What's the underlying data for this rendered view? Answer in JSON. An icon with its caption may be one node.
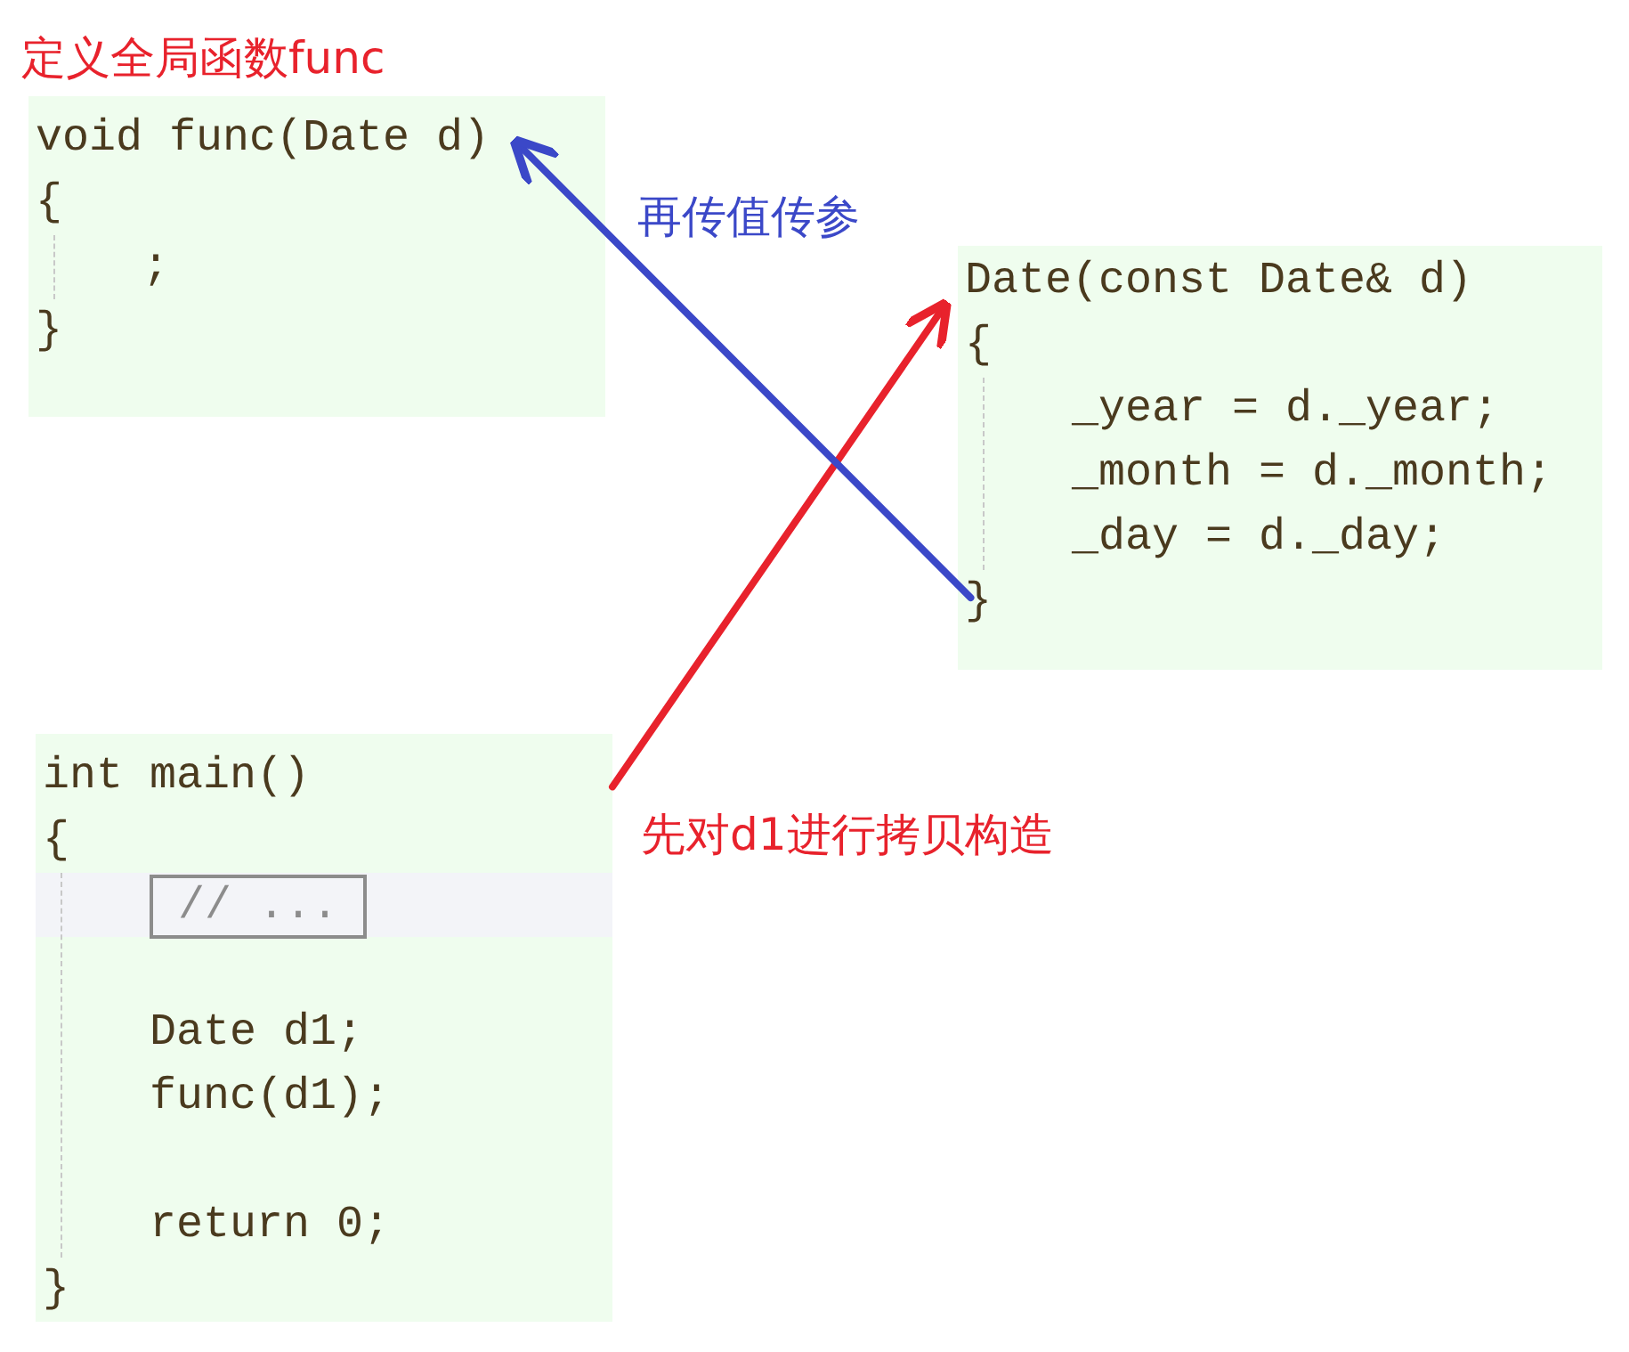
{
  "diagram": {
    "nodes": [
      {
        "text": [
          "定义全局函数func",
          "void func(Date d)",
          "{",
          ";",
          "}"
        ]
      },
      {
        "text": [
          "Date(const Date& d)",
          "{",
          "_year = d._year;",
          "_month = d._month;",
          "_day = d._day;",
          "}"
        ]
      },
      {
        "text": [
          "int main()",
          "{",
          "Date d1;",
          "func(d1);",
          "return 0;",
          "}"
        ]
      },
      {
        "text": [
          "// ..."
        ],
        "in": 2
      }
    ],
    "edges": [
      {
        "from": 2,
        "to": 1,
        "arrow": "to",
        "label": "先对d1进行拷贝构造",
        "color": "#e8222c"
      },
      {
        "from": 1,
        "to": 0,
        "arrow": "to",
        "label": "再传值传参",
        "color": "#3b48c8"
      }
    ]
  }
}
